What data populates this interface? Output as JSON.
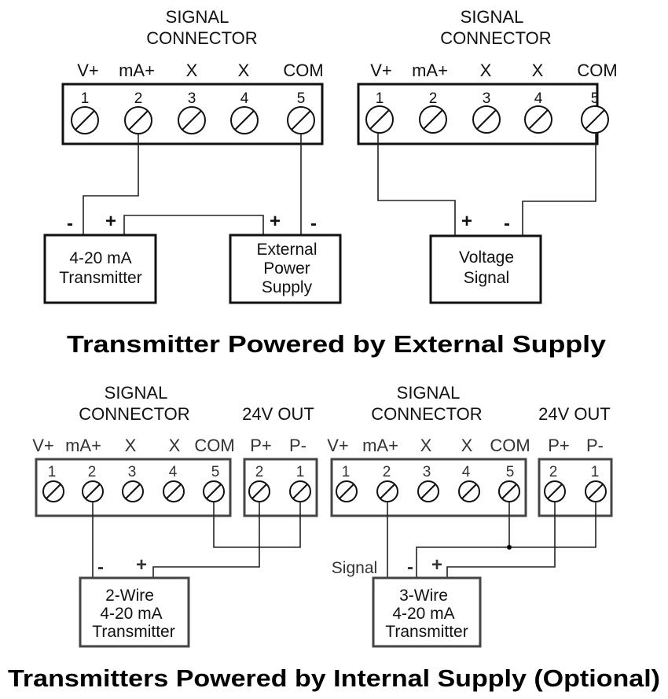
{
  "sections": {
    "external": {
      "title": "Transmitter Powered by External Supply",
      "left": {
        "header_line1": "SIGNAL",
        "header_line2": "CONNECTOR",
        "terminal_labels": [
          "V+",
          "mA+",
          "X",
          "X",
          "COM"
        ],
        "terminal_numbers": [
          "1",
          "2",
          "3",
          "4",
          "5"
        ],
        "device_box": [
          "4-20 mA",
          "Transmitter"
        ],
        "supply_box": [
          "External",
          "Power",
          "Supply"
        ],
        "polarity": {
          "device_minus": "-",
          "device_plus": "+",
          "supply_plus": "+",
          "supply_minus": "-"
        }
      },
      "right": {
        "header_line1": "SIGNAL",
        "header_line2": "CONNECTOR",
        "terminal_labels": [
          "V+",
          "mA+",
          "X",
          "X",
          "COM"
        ],
        "terminal_numbers": [
          "1",
          "2",
          "3",
          "4",
          "5"
        ],
        "device_box": [
          "Voltage",
          "Signal"
        ],
        "polarity": {
          "plus": "+",
          "minus": "-"
        }
      }
    },
    "internal": {
      "title": "Transmitters Powered by Internal Supply (Optional)",
      "left": {
        "header_line1": "SIGNAL",
        "header_line2": "CONNECTOR",
        "out_header": "24V OUT",
        "terminal_labels": [
          "V+",
          "mA+",
          "X",
          "X",
          "COM"
        ],
        "terminal_numbers": [
          "1",
          "2",
          "3",
          "4",
          "5"
        ],
        "out_labels": [
          "P+",
          "P-"
        ],
        "out_numbers": [
          "2",
          "1"
        ],
        "device_box": [
          "2-Wire",
          "4-20 mA",
          "Transmitter"
        ],
        "polarity": {
          "minus": "-",
          "plus": "+"
        }
      },
      "right": {
        "header_line1": "SIGNAL",
        "header_line2": "CONNECTOR",
        "out_header": "24V OUT",
        "terminal_labels": [
          "V+",
          "mA+",
          "X",
          "X",
          "COM"
        ],
        "terminal_numbers": [
          "1",
          "2",
          "3",
          "4",
          "5"
        ],
        "out_labels": [
          "P+",
          "P-"
        ],
        "out_numbers": [
          "2",
          "1"
        ],
        "device_box": [
          "3-Wire",
          "4-20 mA",
          "Transmitter"
        ],
        "signal_label": "Signal",
        "polarity": {
          "minus": "-",
          "plus": "+"
        }
      }
    }
  }
}
